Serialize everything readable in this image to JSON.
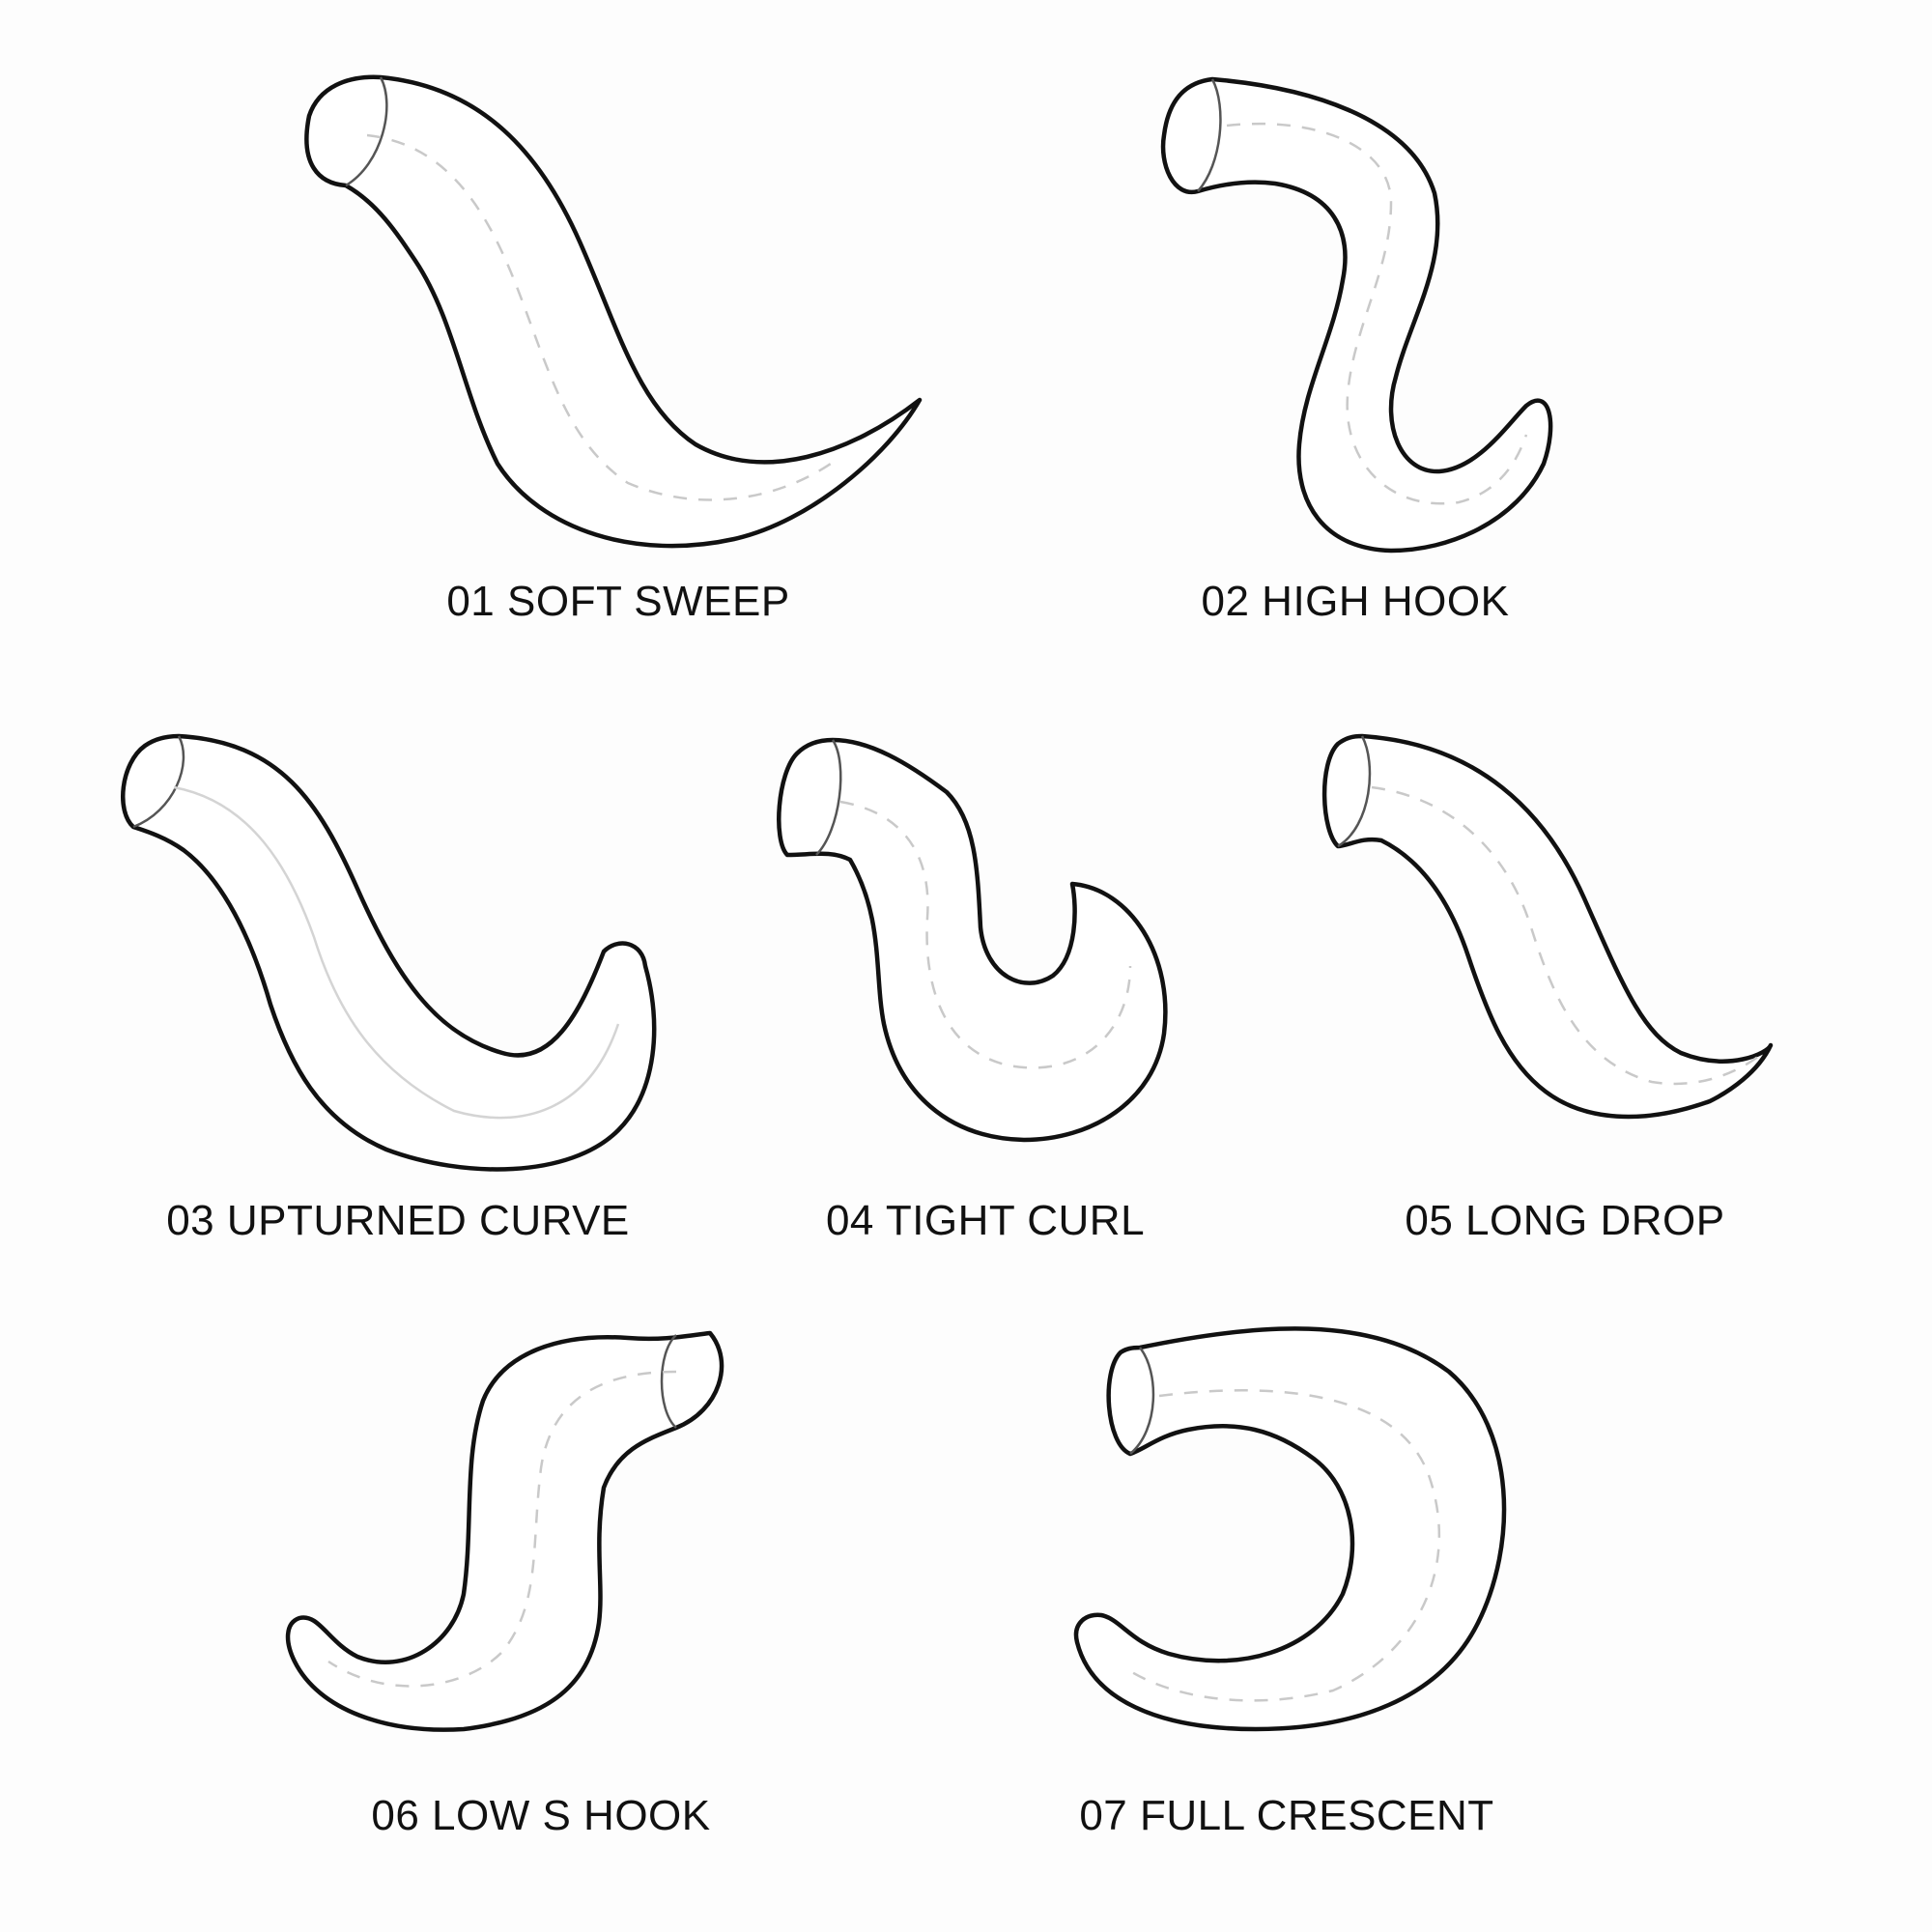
{
  "shapes": [
    {
      "id": "01",
      "label": "01 SOFT SWEEP"
    },
    {
      "id": "02",
      "label": "02 HIGH HOOK"
    },
    {
      "id": "03",
      "label": "03 UPTURNED CURVE"
    },
    {
      "id": "04",
      "label": "04 TIGHT CURL"
    },
    {
      "id": "05",
      "label": "05 LONG DROP"
    },
    {
      "id": "06",
      "label": "06 LOW S HOOK"
    },
    {
      "id": "07",
      "label": "07 FULL CRESCENT"
    }
  ]
}
